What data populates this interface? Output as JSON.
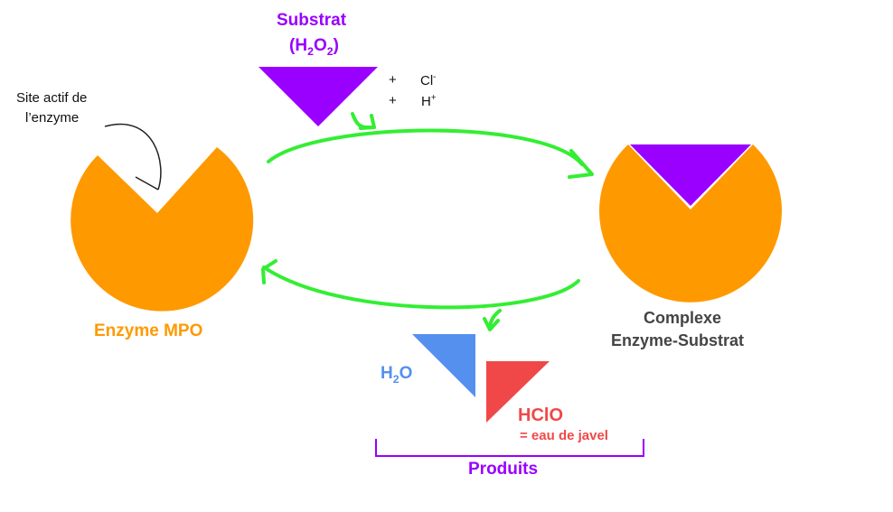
{
  "substrate": {
    "title": "Substrat",
    "formula": {
      "open": "(H",
      "sub1": "2",
      "mid": "O",
      "sub2": "2",
      "close": ")"
    },
    "ions": {
      "plus1": "+",
      "cl": "Cl",
      "cl_charge": "-",
      "plus2": "+",
      "h": "H",
      "h_charge": "+"
    }
  },
  "active_site_note": {
    "line1": "Site actif de",
    "line2": "l’enzyme"
  },
  "enzyme_label": "Enzyme MPO",
  "complex_label": {
    "line1": "Complexe",
    "line2": "Enzyme-Substrat"
  },
  "products": {
    "water": {
      "h": "H",
      "sub": "2",
      "o": "O"
    },
    "hclo": "HClO",
    "hclo_note": "= eau de javel",
    "group_label": "Produits"
  },
  "colors": {
    "enzyme": "#ff9900",
    "substrate": "#9900ff",
    "arrow": "#33ee33",
    "water": "#5590ee",
    "hclo": "#f04848",
    "complex_text": "#444444"
  }
}
